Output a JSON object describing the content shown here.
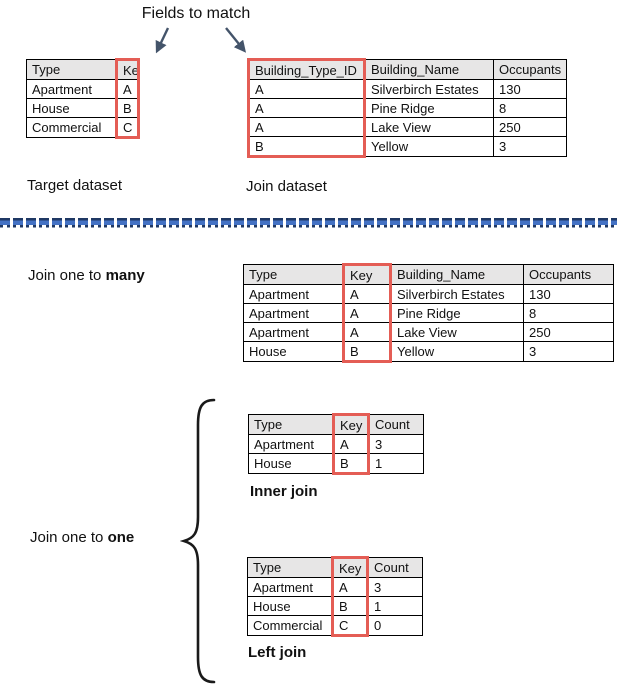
{
  "title": "Fields to match",
  "labels": {
    "target_dataset": "Target dataset",
    "join_dataset": "Join dataset",
    "one_to_many_prefix": "Join one to ",
    "one_to_many_bold": "many",
    "one_to_one_prefix": "Join one to ",
    "one_to_one_bold": "one",
    "inner_join": "Inner join",
    "left_join": "Left join"
  },
  "tables": {
    "target": {
      "columns": [
        "Type",
        "Key"
      ],
      "rows": [
        [
          "Apartment",
          "A"
        ],
        [
          "House",
          "B"
        ],
        [
          "Commercial",
          "C"
        ]
      ],
      "highlighted_column": "Key"
    },
    "join": {
      "columns": [
        "Building_Type_ID",
        "Building_Name",
        "Occupants"
      ],
      "rows": [
        [
          "A",
          "Silverbirch Estates",
          "130"
        ],
        [
          "A",
          "Pine Ridge",
          "8"
        ],
        [
          "A",
          "Lake View",
          "250"
        ],
        [
          "B",
          "Yellow",
          "3"
        ]
      ],
      "highlighted_column": "Building_Type_ID"
    },
    "one_to_many": {
      "columns": [
        "Type",
        "Key",
        "Building_Name",
        "Occupants"
      ],
      "rows": [
        [
          "Apartment",
          "A",
          "Silverbirch Estates",
          "130"
        ],
        [
          "Apartment",
          "A",
          "Pine Ridge",
          "8"
        ],
        [
          "Apartment",
          "A",
          "Lake View",
          "250"
        ],
        [
          "House",
          "B",
          "Yellow",
          "3"
        ]
      ],
      "highlighted_column": "Key"
    },
    "inner_join": {
      "columns": [
        "Type",
        "Key",
        "Count"
      ],
      "rows": [
        [
          "Apartment",
          "A",
          "3"
        ],
        [
          "House",
          "B",
          "1"
        ]
      ],
      "highlighted_column": "Key"
    },
    "left_join": {
      "columns": [
        "Type",
        "Key",
        "Count"
      ],
      "rows": [
        [
          "Apartment",
          "A",
          "3"
        ],
        [
          "House",
          "B",
          "1"
        ],
        [
          "Commercial",
          "C",
          "0"
        ]
      ],
      "highlighted_column": "Key"
    }
  },
  "colors": {
    "highlight_box": "#e45d55",
    "table_header_bg": "#e7e6e6",
    "arrow": "#44546a",
    "divider_blue": "#4472c4",
    "divider_dark": "#1f3864"
  }
}
